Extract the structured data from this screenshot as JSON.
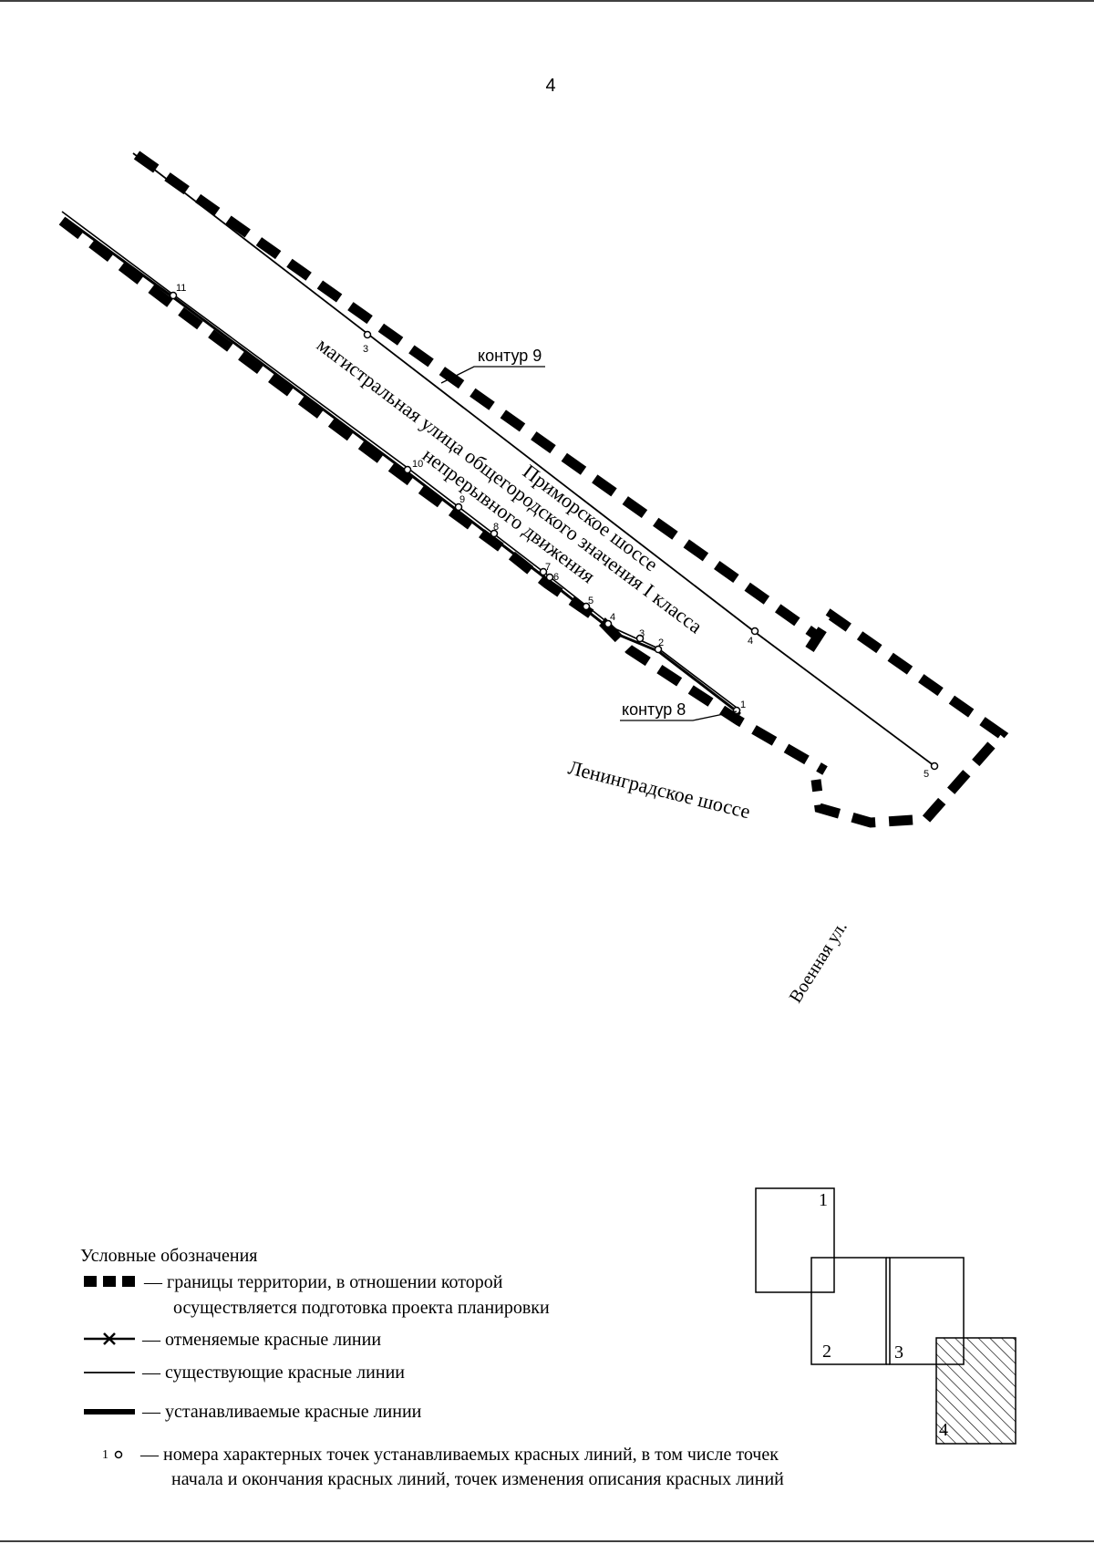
{
  "page_number": "4",
  "map": {
    "streets": {
      "primorskoe": "Приморское шоссе",
      "magistral": "магистральная улица общегородского значения I класса",
      "continuous": "непрерывного движения",
      "leningradskoe": "Ленинградское шоссе",
      "voennaya": "Военная ул."
    },
    "contours": {
      "contour9": "контур 9",
      "contour8": "контур 8"
    },
    "upper_line_points": [
      "3",
      "4",
      "5"
    ],
    "lower_line_points": [
      "11",
      "10",
      "9",
      "8",
      "7",
      "6",
      "5",
      "4",
      "3",
      "2",
      "1"
    ]
  },
  "legend": {
    "title": "Условные обозначения",
    "boundary_line1": "— границы территории, в отношении которой",
    "boundary_line2": "осуществляется подготовка проекта планировки",
    "cancelled": "— отменяемые красные линии",
    "existing": "— существующие красные линии",
    "established": "— устанавливаемые красные линии",
    "points_marker": "1",
    "points_line1": "— номера характерных точек устанавливаемых красных линий, в том числе точек",
    "points_line2": "начала и окончания красных линий, точек изменения описания красных линий"
  },
  "sheet_index": {
    "sheets": [
      "1",
      "2",
      "3",
      "4"
    ],
    "highlighted": "4"
  }
}
